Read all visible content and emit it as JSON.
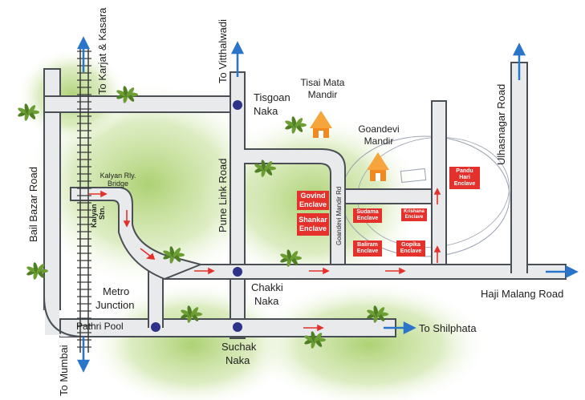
{
  "map": {
    "colors": {
      "road_fill": "#e8eaec",
      "road_edge": "#4a4e55",
      "land": "#b9d88a",
      "plot": "#e4312b",
      "junction": "#2d3388",
      "arrow_blue": "#2a74c9",
      "arrow_red": "#e4312b",
      "temple": "#f08a20"
    },
    "labels": {
      "karjat": "To Karjat & Kasara",
      "vitthalwadi": "To Vitthalwadi",
      "tisgoan_1": "Tisgoan",
      "tisgoan_2": "Naka",
      "tisai_1": "Tisai Mata",
      "tisai_2": "Mandir",
      "goandevi_1": "Goandevi",
      "goandevi_2": "Mandir",
      "ulhasnagar": "Ulhasnagar Road",
      "bail_bazar": "Bail Bazar Road",
      "rly_bridge_1": "Kalyan Rly.",
      "rly_bridge_2": "Bridge",
      "kalyan_stn_1": "Kalyan",
      "kalyan_stn_2": "Stn.",
      "pune_link": "Pune Link Road",
      "goandevi_rd": "Goandevi Mandir Rd",
      "metro_1": "Metro",
      "metro_2": "Junction",
      "chakki_1": "Chakki",
      "chakki_2": "Naka",
      "haji_malang": "Haji Malang Road",
      "pathri_pool": "Pathri Pool",
      "shilphata": "To Shilphata",
      "suchak_1": "Suchak",
      "suchak_2": "Naka",
      "mumbai": "To Mumbai"
    },
    "plots": {
      "govind": [
        "Govind",
        "Enclave"
      ],
      "shankar": [
        "Shankar",
        "Enclave"
      ],
      "sudama": [
        "Sudama",
        "Enclave"
      ],
      "krishna": [
        "Krishana",
        "Enclave"
      ],
      "baliram": [
        "Baliram",
        "Enclave"
      ],
      "gopika": [
        "Gopika",
        "Enclave"
      ],
      "pandu": [
        "Pandu",
        "Hari",
        "Enclave"
      ]
    }
  }
}
